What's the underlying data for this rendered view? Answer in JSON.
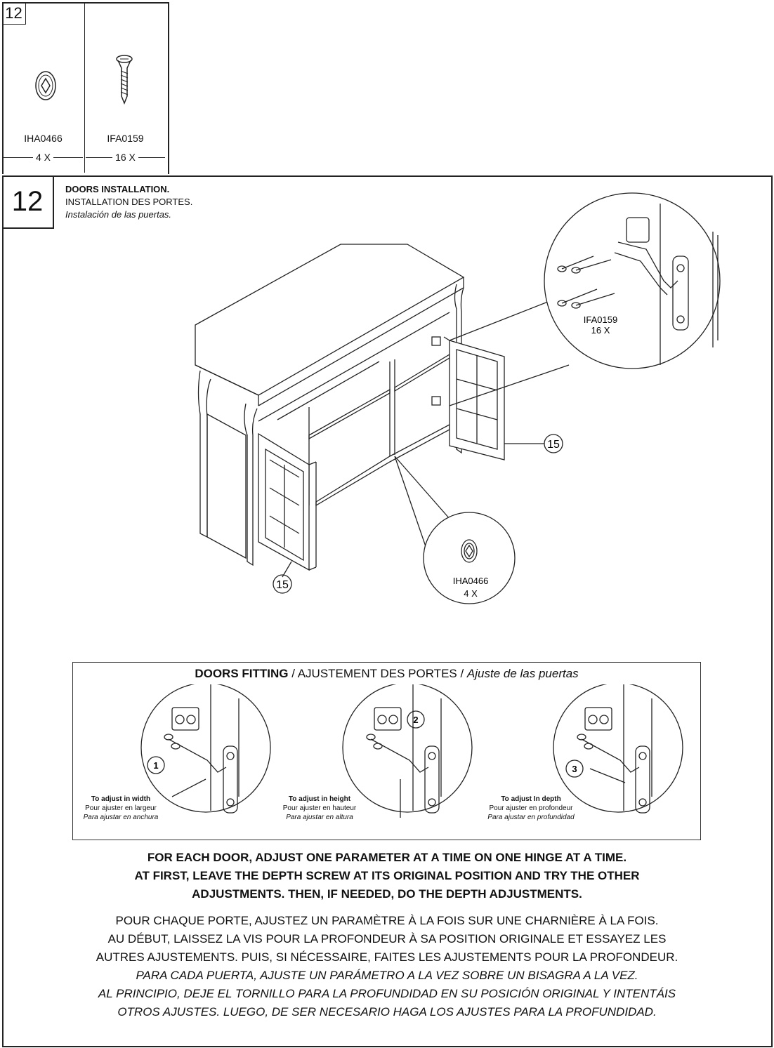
{
  "parts": {
    "step_number": "12",
    "items": [
      {
        "code": "IHA0466",
        "qty": "4 X",
        "icon": "cam-lock-icon"
      },
      {
        "code": "IFA0159",
        "qty": "16 X",
        "icon": "screw-icon"
      }
    ]
  },
  "step": {
    "number": "12",
    "title_en": "DOORS INSTALLATION.",
    "title_fr": "INSTALLATION DES PORTES.",
    "title_es": "Instalación de las puertas."
  },
  "diagram": {
    "part_label_left": "15",
    "part_label_right": "15",
    "hinge_callout": {
      "code": "IFA0159",
      "qty": "16 X"
    },
    "cam_callout": {
      "code": "IHA0466",
      "qty": "4 X"
    }
  },
  "fitting": {
    "title_en": "DOORS FITTING",
    "title_sep": " / ",
    "title_fr": "AJUSTEMENT DES PORTES",
    "title_es": "Ajuste de las puertas",
    "adjustments": [
      {
        "number": "1",
        "en": "To adjust in width",
        "fr": "Pour ajuster en largeur",
        "es": "Para ajustar en anchura"
      },
      {
        "number": "2",
        "en": "To adjust in height",
        "fr": "Pour ajuster en hauteur",
        "es": "Para ajustar en altura"
      },
      {
        "number": "3",
        "en": "To adjust In depth",
        "fr": "Pour ajuster en profondeur",
        "es": "Para ajustar en profundidad"
      }
    ]
  },
  "instructions": {
    "en": [
      "FOR EACH DOOR, ADJUST ONE PARAMETER AT A TIME ON ONE HINGE AT A TIME.",
      "AT FIRST, LEAVE THE DEPTH SCREW AT ITS ORIGINAL POSITION AND TRY THE OTHER",
      "ADJUSTMENTS. THEN, IF NEEDED, DO THE DEPTH ADJUSTMENTS."
    ],
    "fr": [
      "POUR CHAQUE PORTE, AJUSTEZ UN PARAMÈTRE À LA FOIS SUR UNE CHARNIÈRE À LA FOIS.",
      "AU DÉBUT, LAISSEZ LA VIS POUR LA PROFONDEUR À SA POSITION ORIGINALE ET ESSAYEZ LES",
      "AUTRES AJUSTEMENTS. PUIS, SI NÉCESSAIRE, FAITES LES AJUSTEMENTS POUR LA PROFONDEUR."
    ],
    "es": [
      "PARA CADA PUERTA, AJUSTE UN PARÁMETRO A LA VEZ SOBRE UN BISAGRA A LA VEZ.",
      "AL PRINCIPIO, DEJE EL TORNILLO PARA LA PROFUNDIDAD EN SU POSICIÓN ORIGINAL Y INTENTÁIS",
      "OTROS AJUSTES. LUEGO, DE SER NECESARIO HAGA LOS AJUSTES PARA LA PROFUNDIDAD."
    ]
  }
}
